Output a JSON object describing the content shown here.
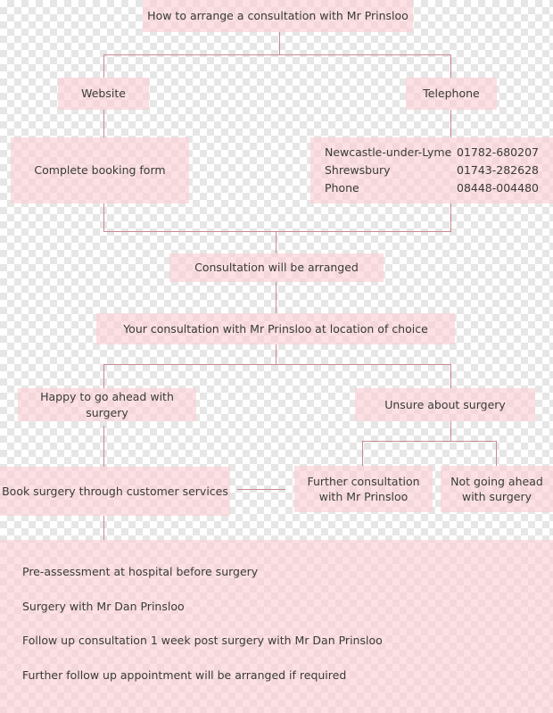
{
  "title": "How to arrange a consultation with Mr Prinsloo",
  "website": {
    "label": "Website",
    "action": "Complete booking form"
  },
  "telephone": {
    "label": "Telephone",
    "numbers": [
      {
        "location": "Newcastle-under-Lyme",
        "number": "01782-680207"
      },
      {
        "location": "Shrewsbury",
        "number": "01743-282628"
      },
      {
        "location": "Phone",
        "number": "08448-004480"
      }
    ]
  },
  "arranged": "Consultation will be arranged",
  "consultation": "Your consultation with Mr Prinsloo at location of choice",
  "happy": {
    "label": "Happy to go ahead with surgery",
    "book": "Book surgery through customer services"
  },
  "unsure": {
    "label": "Unsure about surgery",
    "further": "Further consultation with Mr Prinsloo",
    "not_going": "Not going ahead with surgery"
  },
  "steps": [
    "Pre-assessment at hospital before surgery",
    "Surgery with Mr Dan Prinsloo",
    "Follow up consultation 1 week post surgery with Mr Dan Prinsloo",
    "Further follow up appointment will be arranged if required"
  ],
  "colors": {
    "box_fill": "#facdd2",
    "connector": "#c98a94",
    "text": "#3a3a3a"
  }
}
